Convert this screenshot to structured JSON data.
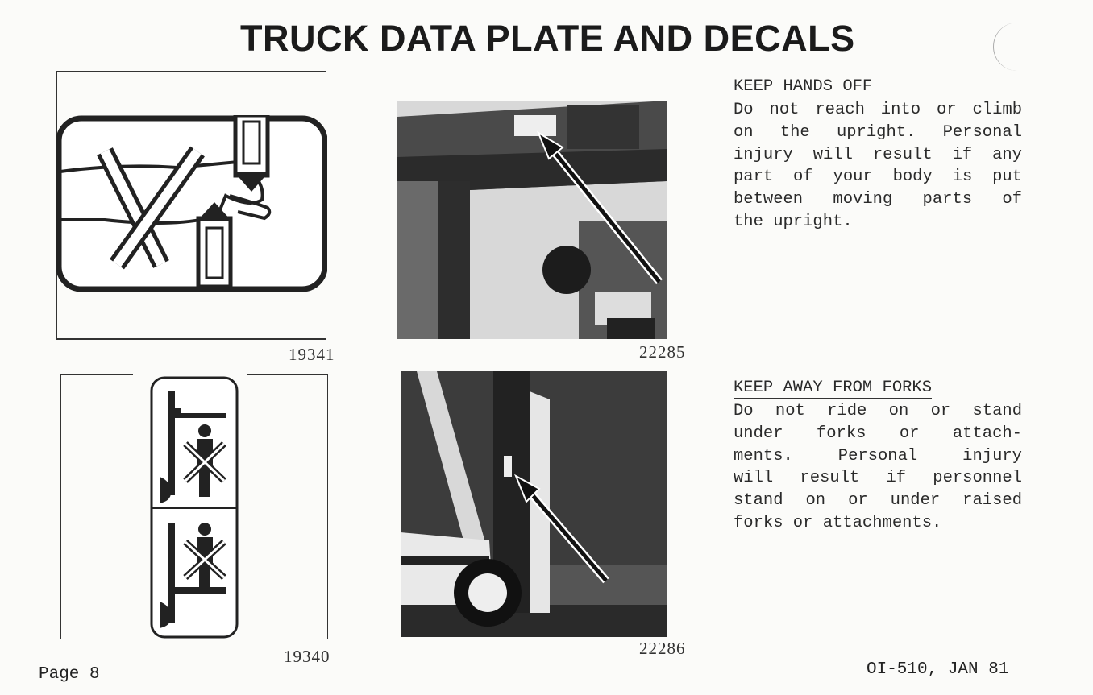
{
  "page": {
    "title": "TRUCK DATA PLATE AND DECALS",
    "page_number": "Page 8",
    "doc_ref": "OI-510, JAN 81"
  },
  "figures": [
    {
      "id": "decal-hands",
      "caption": "19341"
    },
    {
      "id": "photo-upright",
      "caption": "22285"
    },
    {
      "id": "decal-forks",
      "caption": "19340"
    },
    {
      "id": "photo-truck",
      "caption": "22286"
    }
  ],
  "sections": [
    {
      "heading": "KEEP HANDS OFF",
      "lines": [
        "Do not reach into or climb",
        "on the upright.  Personal",
        "injury will result if any",
        "part of your body is put",
        "between moving parts of",
        "the upright."
      ]
    },
    {
      "heading": "KEEP AWAY FROM FORKS",
      "lines": [
        "Do not ride on or stand",
        "under forks or attach-",
        "ments.  Personal injury",
        "will result if personnel",
        "stand on or under raised",
        "forks or attachments."
      ]
    }
  ]
}
